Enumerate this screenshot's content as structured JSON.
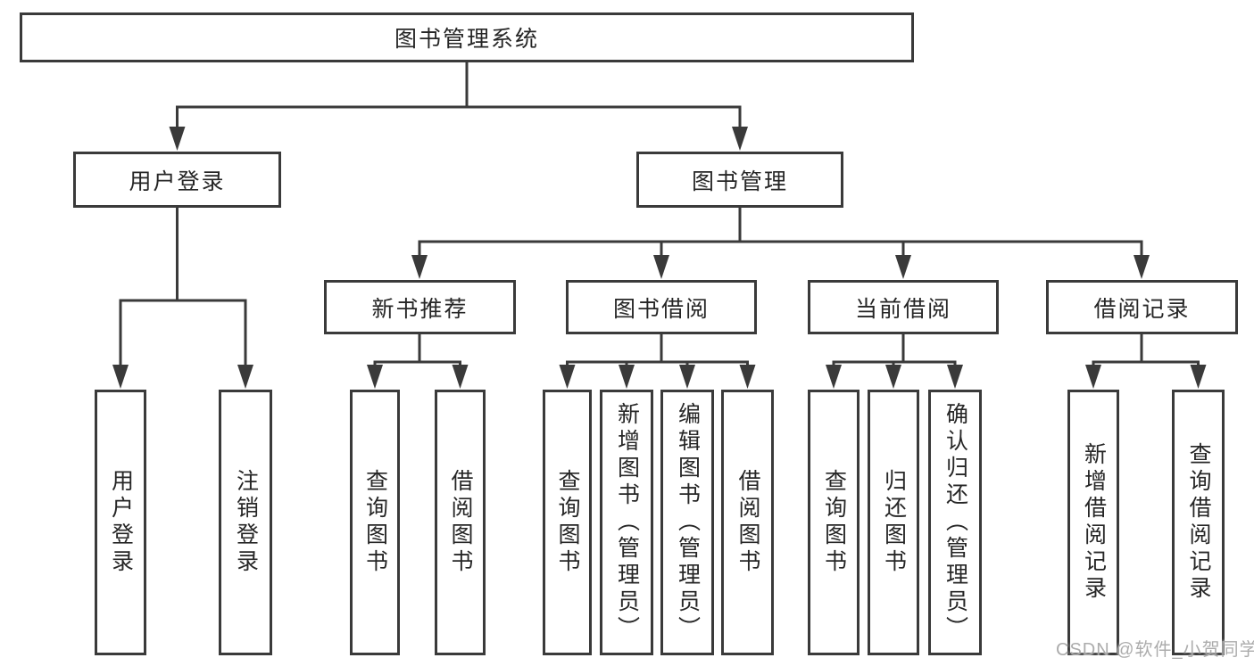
{
  "colors": {
    "line": "#3a3a3a",
    "text": "#262626",
    "background": "#ffffff",
    "watermark": "#a8a8a8"
  },
  "root": {
    "label": "图书管理系统"
  },
  "branches": [
    {
      "label": "用户登录",
      "children": [
        {
          "label": "用户登录"
        },
        {
          "label": "注销登录"
        }
      ]
    },
    {
      "label": "图书管理",
      "children": [
        {
          "label": "新书推荐",
          "children": [
            {
              "label": "查询图书"
            },
            {
              "label": "借阅图书"
            }
          ]
        },
        {
          "label": "图书借阅",
          "children": [
            {
              "label": "查询图书"
            },
            {
              "label": "新增图书（管理员）"
            },
            {
              "label": "编辑图书（管理员）"
            },
            {
              "label": "借阅图书"
            }
          ]
        },
        {
          "label": "当前借阅",
          "children": [
            {
              "label": "查询图书"
            },
            {
              "label": "归还图书"
            },
            {
              "label": "确认归还（管理员）"
            }
          ]
        },
        {
          "label": "借阅记录",
          "children": [
            {
              "label": "新增借阅记录"
            },
            {
              "label": "查询借阅记录"
            }
          ]
        }
      ]
    }
  ],
  "watermark": "CSDN @软件_小贺同学"
}
